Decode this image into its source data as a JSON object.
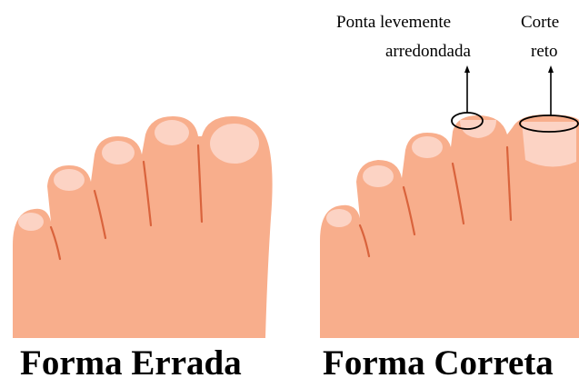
{
  "figure": {
    "left_caption": "Forma Errada",
    "right_caption": "Forma Correta",
    "annotations": {
      "rounded_tip_line1": "Ponta levemente",
      "rounded_tip_line2": "arredondada",
      "straight_cut_line1": "Corte",
      "straight_cut_line2": "reto"
    }
  },
  "colors": {
    "skin": "#F8AE8C",
    "skin_shadow": "#E8946F",
    "nail": "#FCD3C4",
    "crease": "#D9633C",
    "ink": "#000000"
  }
}
